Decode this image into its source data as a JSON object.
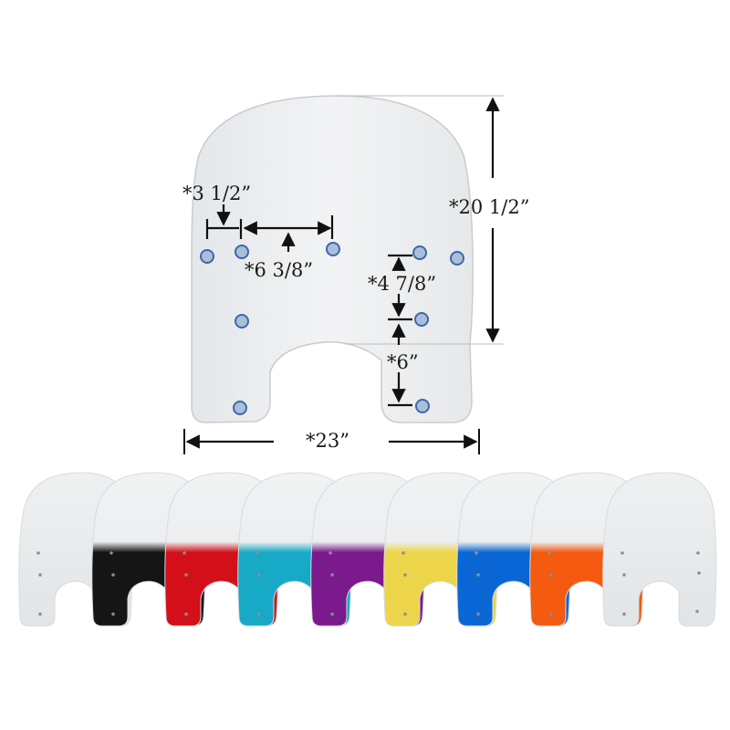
{
  "diagram": {
    "dimensions": {
      "hole_spacing_small": "*3 1/2”",
      "hole_spacing_wide": "*6 3/8”",
      "total_height": "*20 1/2”",
      "hole_spacing_vertical": "*4 7/8”",
      "notch_depth": "*6”",
      "total_width": "*23”"
    },
    "colors": {
      "shield_fill": "#eceeef",
      "shield_stroke": "#c9cccf",
      "hole_fill": "#a9bfd9",
      "hole_stroke": "#3f67a8",
      "arrow": "#111111"
    }
  },
  "color_options": [
    {
      "name": "clear",
      "tint": "none"
    },
    {
      "name": "black",
      "tint": "#151515"
    },
    {
      "name": "red",
      "tint": "#d3101a"
    },
    {
      "name": "teal",
      "tint": "#18a9c6"
    },
    {
      "name": "purple",
      "tint": "#7a1a8c"
    },
    {
      "name": "yellow",
      "tint": "#ecd54a"
    },
    {
      "name": "blue",
      "tint": "#0a66d4"
    },
    {
      "name": "orange",
      "tint": "#f45a10"
    },
    {
      "name": "clear-light",
      "tint": "none"
    }
  ]
}
